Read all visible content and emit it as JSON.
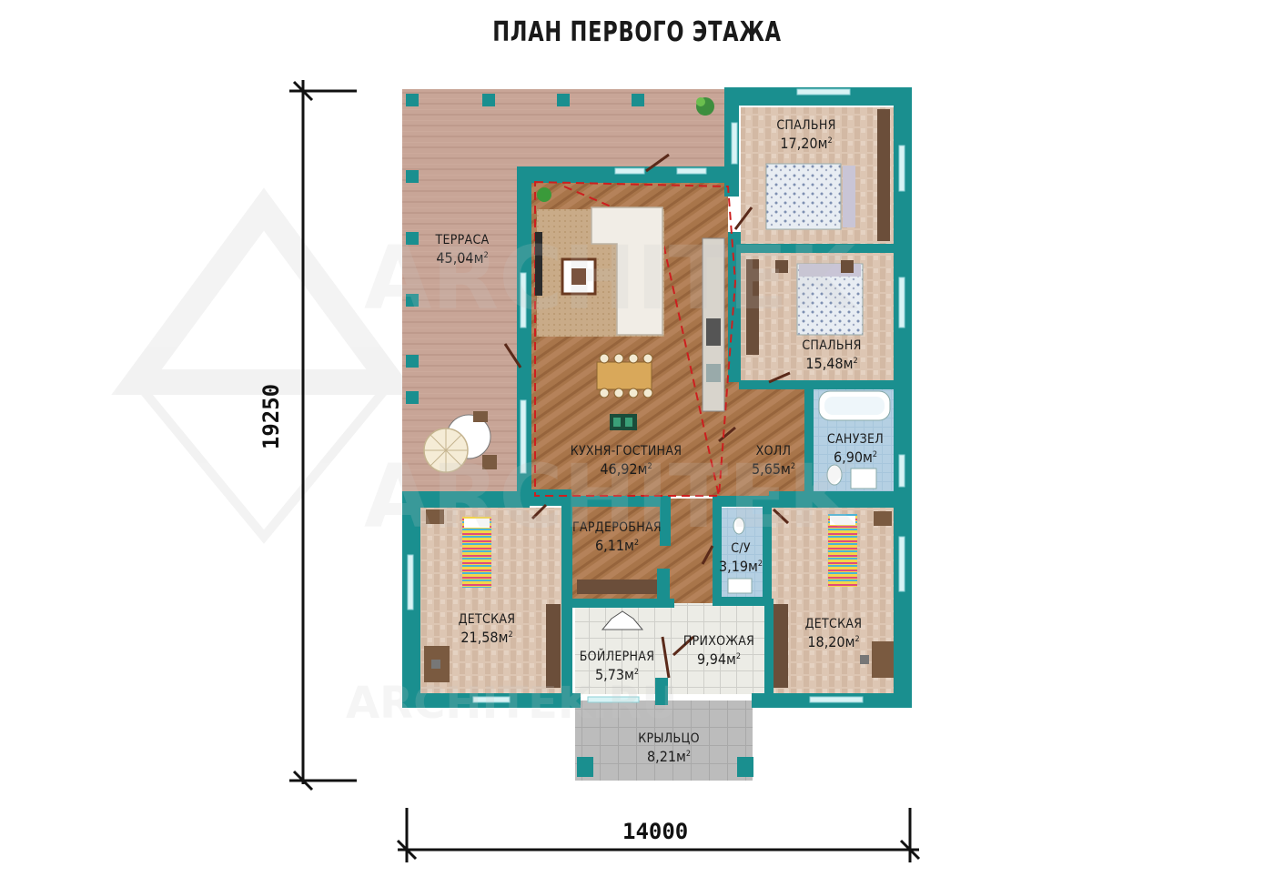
{
  "title": "ПЛАН ПЕРВОГО ЭТАЖА",
  "dimensions": {
    "height": "19250",
    "width": "14000"
  },
  "watermark": {
    "line1": "ARCHITEK",
    "line2": "ARCHITEK",
    "line3": "ARCHITEK.RU"
  },
  "rooms": {
    "terrace": {
      "name": "ТЕРРАСА",
      "area": "45,04м",
      "sup": "2"
    },
    "bedroom1": {
      "name": "СПАЛЬНЯ",
      "area": "17,20м",
      "sup": "2"
    },
    "bedroom2": {
      "name": "СПАЛЬНЯ",
      "area": "15,48м",
      "sup": "2"
    },
    "kitchen": {
      "name": "КУХНЯ-ГОСТИНАЯ",
      "area": "46,92м",
      "sup": "2"
    },
    "hall": {
      "name": "ХОЛЛ",
      "area": "5,65м",
      "sup": "2"
    },
    "bathroom": {
      "name": "САНУЗЕЛ",
      "area": "6,90м",
      "sup": "2"
    },
    "wardrobe": {
      "name": "ГАРДЕРОБНАЯ",
      "area": "6,11м",
      "sup": "2"
    },
    "wc": {
      "name": "С/У",
      "area": "3,19м",
      "sup": "2"
    },
    "kids1": {
      "name": "ДЕТСКАЯ",
      "area": "21,58м",
      "sup": "2"
    },
    "kids2": {
      "name": "ДЕТСКАЯ",
      "area": "18,20м",
      "sup": "2"
    },
    "boiler": {
      "name": "БОЙЛЕРНАЯ",
      "area": "5,73м",
      "sup": "2"
    },
    "entrance": {
      "name": "ПРИХОЖАЯ",
      "area": "9,94м",
      "sup": "2"
    },
    "porch": {
      "name": "КРЫЛЬЦО",
      "area": "8,21м",
      "sup": "2"
    }
  },
  "colors": {
    "wall": "#1a8f8f",
    "wall_dark": "#0e6b6b",
    "terrace_deck": "#c9a79a",
    "wood_floor": "#a9764a",
    "tile_floor": "#d9c3b0",
    "bath_tile": "#a9c7dc",
    "grey_tile": "#e6e6e0",
    "porch_tile": "#b8b8b8",
    "dashed_red": "#cc1f1f"
  }
}
